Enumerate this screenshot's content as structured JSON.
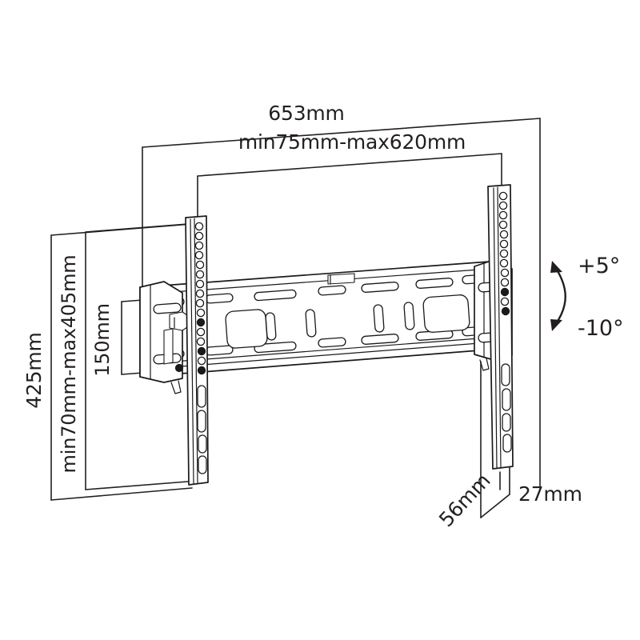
{
  "diagram": {
    "title": "TV Wall Mount Bracket Dimensional Drawing",
    "type": "technical-line-drawing",
    "background_color": "#ffffff",
    "line_color": "#1a1a1a",
    "dimensions": {
      "overall_width": "653mm",
      "mounting_width_range": "min75mm-max620mm",
      "overall_height": "425mm",
      "mounting_height_range": "min70mm-max405mm",
      "plate_height": "150mm",
      "depth_diagonal": "56mm",
      "depth_profile": "27mm"
    },
    "tilt": {
      "up_angle": "+5°",
      "down_angle": "-10°"
    },
    "labels": {
      "width_653": "653mm",
      "width_range": "min75mm-max620mm",
      "height_425": "425mm",
      "height_range": "min70mm-max405mm",
      "height_150": "150mm",
      "depth_56": "56mm",
      "depth_27": "27mm",
      "tilt_up": "+5°",
      "tilt_down": "-10°"
    },
    "parts": {
      "left_vertical_rail": "left-tv-mounting-rail",
      "right_vertical_rail": "right-tv-mounting-rail",
      "horizontal_wall_plate": "horizontal-wall-plate",
      "left_tilt_bracket": "left-tilt-bracket",
      "right_tilt_bracket": "right-tilt-bracket",
      "center_tab": "center-lock-tab",
      "tilt_arc": "tilt-range-arc"
    }
  }
}
